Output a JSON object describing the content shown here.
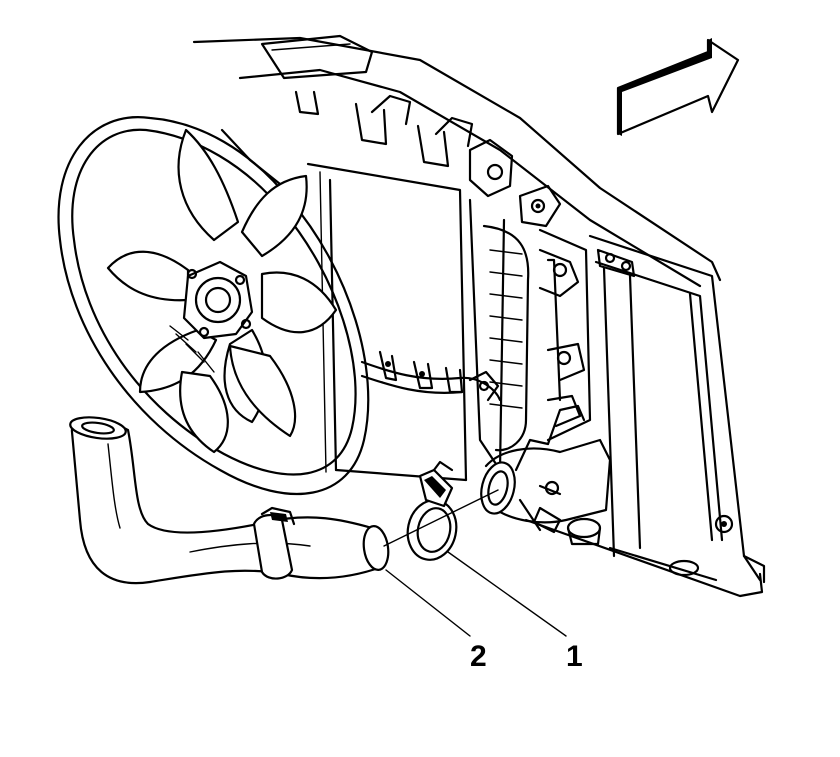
{
  "callouts": [
    {
      "number": "1",
      "part": "hose-clamp"
    },
    {
      "number": "2",
      "part": "radiator-hose"
    }
  ]
}
